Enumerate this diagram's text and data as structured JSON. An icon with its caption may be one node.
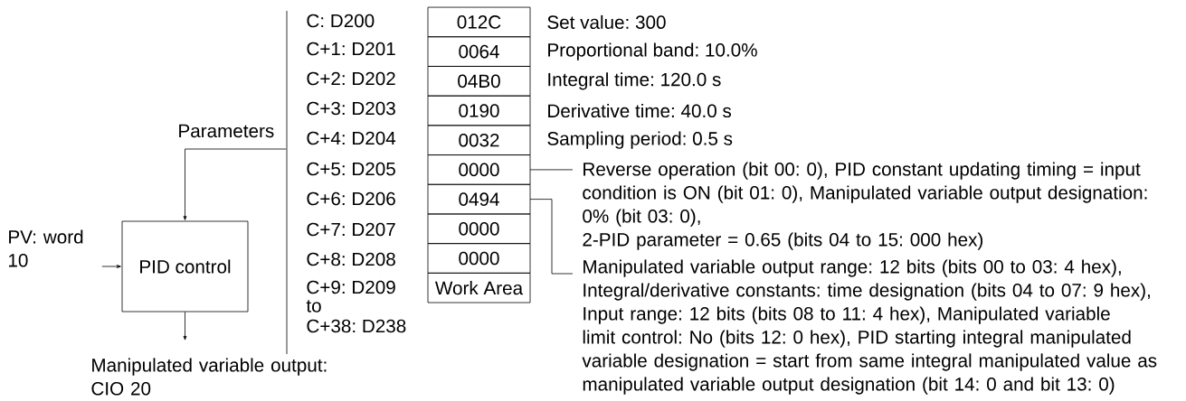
{
  "diagram": {
    "nodes": [
      {
        "text": [
          "PID control"
        ]
      },
      {
        "text": [
          "PV: word 10"
        ]
      },
      {
        "text": [
          "Manipulated variable output: CIO 20"
        ]
      },
      {
        "text": [],
        "shape": "bar"
      },
      {
        "text": [
          "012C"
        ],
        "beside": [
          "Set value: 300"
        ]
      },
      {
        "text": [
          "0064"
        ],
        "beside": [
          "Proportional band: 10.0%"
        ]
      },
      {
        "text": [
          "04B0"
        ],
        "beside": [
          "Integral time: 120.0 s"
        ]
      },
      {
        "text": [
          "0190"
        ],
        "beside": [
          "Derivative time: 40.0 s"
        ]
      },
      {
        "text": [
          "0032"
        ],
        "beside": [
          "Sampling period: 0.5 s"
        ]
      },
      {
        "text": [
          "0000"
        ]
      },
      {
        "text": [
          "0494"
        ]
      },
      {
        "text": [
          "0000"
        ]
      },
      {
        "text": [
          "0000"
        ]
      },
      {
        "text": [
          "Work Area"
        ]
      },
      {
        "text": [
          "Reverse operation (bit 00: 0), PID constant updating timing = input condition is ON (bit 01: 0), Manipulated variable output designation: 0% (bit 03: 0),",
          "2-PID parameter = 0.65 (bits 04 to 15: 000 hex)"
        ]
      },
      {
        "text": [
          "Manipulated variable output range: 12 bits (bits 00 to 03: 4 hex), Integral/derivative constants: time designation (bits 04 to 07: 9 hex), Input range: 12 bits (bits 08 to 11: 4 hex), Manipulated variable limit control: No (bits 12: 0 hex), PID starting integral manipulated variable designation = start from same integral manipulated value as manipulated variable output designation (bit 14: 0 and bit 13: 0)"
        ]
      }
    ],
    "edges": [
      {
        "from": 1,
        "to": 0,
        "arrow": "to"
      },
      {
        "from": 0,
        "to": 2,
        "arrow": "to"
      },
      {
        "from": 3,
        "to": 0,
        "arrow": "to",
        "label": "Parameters"
      },
      {
        "from": 9,
        "to": 14,
        "arrow": "none"
      },
      {
        "from": 10,
        "to": 15,
        "arrow": "none"
      }
    ],
    "labels": [
      "C: D200",
      "C+1: D201",
      "C+2: D202",
      "C+3: D203",
      "C+4: D204",
      "C+5: D205",
      "C+6: D206",
      "C+7: D207",
      "C+8: D208",
      "C+9: D209",
      "to",
      "C+38: D238"
    ]
  }
}
